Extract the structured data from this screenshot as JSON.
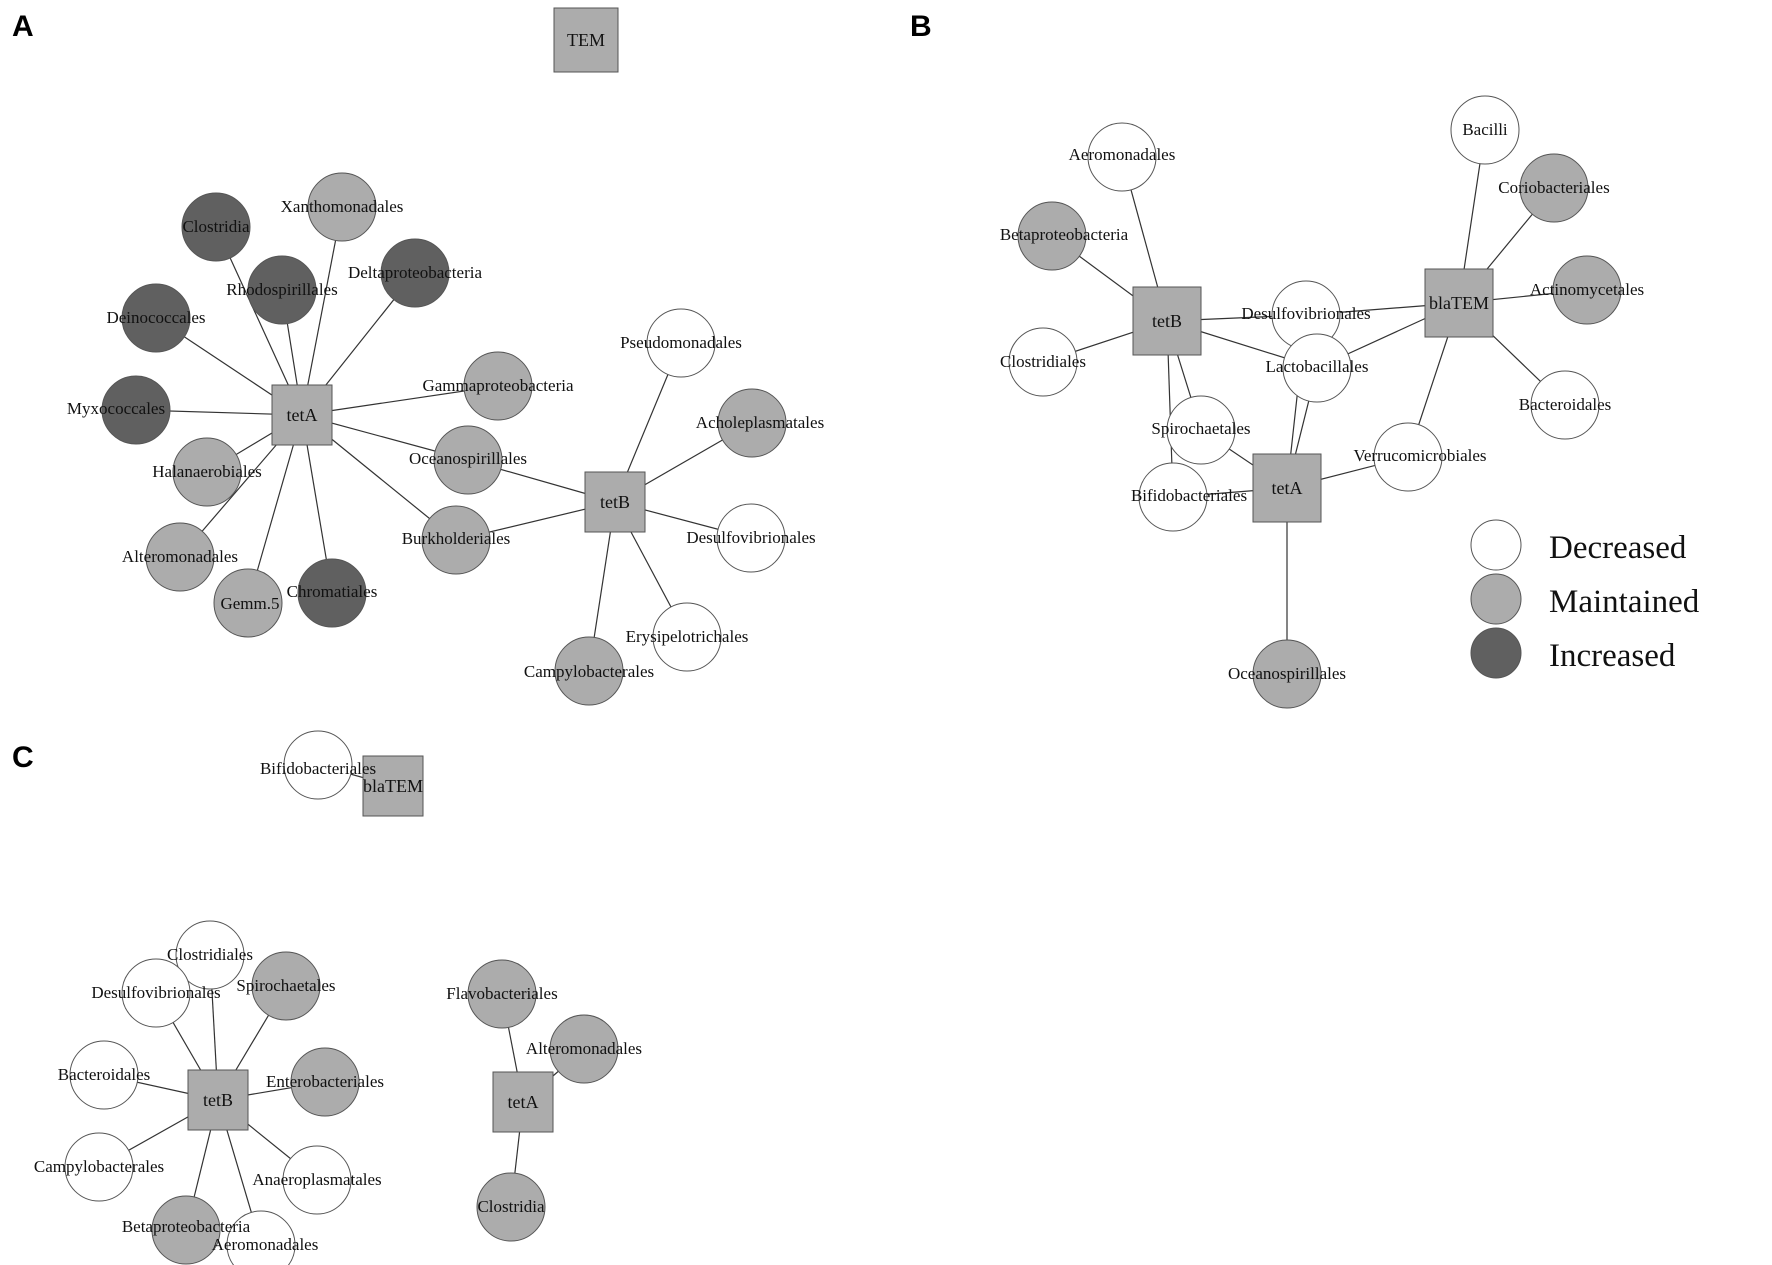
{
  "colors": {
    "decreased": "#ffffff",
    "maintained": "#acacac",
    "increased": "#606060",
    "hub": "#acacac",
    "stroke": "#555555"
  },
  "panels": {
    "A": {
      "letter": "A",
      "hubs": {
        "TEM": "TEM",
        "tetA": "tetA",
        "tetB": "tetB"
      },
      "nodes": [
        {
          "id": "Xanthomonadales",
          "label": "Xanthomonadales",
          "status": "maintained"
        },
        {
          "id": "Clostridia",
          "label": "Clostridia",
          "status": "increased"
        },
        {
          "id": "Deltaproteobacteria",
          "label": "Deltaproteobacteria",
          "status": "increased"
        },
        {
          "id": "Rhodospirillales",
          "label": "Rhodospirillales",
          "status": "increased"
        },
        {
          "id": "Deinococcales",
          "label": "Deinococcales",
          "status": "increased"
        },
        {
          "id": "Myxococcales",
          "label": "Myxococcales",
          "status": "increased"
        },
        {
          "id": "Halanaerobiales",
          "label": "Halanaerobiales",
          "status": "maintained"
        },
        {
          "id": "Alteromonadales",
          "label": "Alteromonadales",
          "status": "maintained"
        },
        {
          "id": "Gemm5",
          "label": "Gemm.5",
          "status": "maintained"
        },
        {
          "id": "Chromatiales",
          "label": "Chromatiales",
          "status": "increased"
        },
        {
          "id": "Burkholderiales",
          "label": "Burkholderiales",
          "status": "maintained"
        },
        {
          "id": "Oceanospirillales",
          "label": "Oceanospirillales",
          "status": "maintained"
        },
        {
          "id": "Gammaproteobacteria",
          "label": "Gammaproteobacteria",
          "status": "maintained"
        },
        {
          "id": "Pseudomonadales",
          "label": "Pseudomonadales",
          "status": "decreased"
        },
        {
          "id": "Acholeplasmatales",
          "label": "Acholeplasmatales",
          "status": "maintained"
        },
        {
          "id": "Desulfovibrionales",
          "label": "Desulfovibrionales",
          "status": "decreased"
        },
        {
          "id": "Erysipelotrichales",
          "label": "Erysipelotrichales",
          "status": "decreased"
        },
        {
          "id": "Campylobacterales",
          "label": "Campylobacterales",
          "status": "maintained"
        }
      ],
      "edges": [
        [
          "tetA",
          "Xanthomonadales"
        ],
        [
          "tetA",
          "Clostridia"
        ],
        [
          "tetA",
          "Deltaproteobacteria"
        ],
        [
          "tetA",
          "Rhodospirillales"
        ],
        [
          "tetA",
          "Deinococcales"
        ],
        [
          "tetA",
          "Myxococcales"
        ],
        [
          "tetA",
          "Halanaerobiales"
        ],
        [
          "tetA",
          "Alteromonadales"
        ],
        [
          "tetA",
          "Gemm5"
        ],
        [
          "tetA",
          "Chromatiales"
        ],
        [
          "tetA",
          "Burkholderiales"
        ],
        [
          "tetA",
          "Oceanospirillales"
        ],
        [
          "tetA",
          "Gammaproteobacteria"
        ],
        [
          "tetB",
          "Burkholderiales"
        ],
        [
          "tetB",
          "Oceanospirillales"
        ],
        [
          "tetB",
          "Pseudomonadales"
        ],
        [
          "tetB",
          "Acholeplasmatales"
        ],
        [
          "tetB",
          "Desulfovibrionales"
        ],
        [
          "tetB",
          "Erysipelotrichales"
        ],
        [
          "tetB",
          "Campylobacterales"
        ]
      ]
    },
    "B": {
      "letter": "B",
      "hubs": {
        "tetB": "tetB",
        "blaTEM": "blaTEM",
        "tetA": "tetA"
      },
      "nodes": [
        {
          "id": "Aeromonadales",
          "label": "Aeromonadales",
          "status": "decreased"
        },
        {
          "id": "Betaproteobacteria",
          "label": "Betaproteobacteria",
          "status": "maintained"
        },
        {
          "id": "Clostridiales",
          "label": "Clostridiales",
          "status": "decreased"
        },
        {
          "id": "Desulfovibrionales",
          "label": "Desulfovibrionales",
          "status": "decreased"
        },
        {
          "id": "Lactobacillales",
          "label": "Lactobacillales",
          "status": "decreased"
        },
        {
          "id": "Spirochaetales",
          "label": "Spirochaetales",
          "status": "decreased"
        },
        {
          "id": "Bifidobacteriales",
          "label": "Bifidobacteriales",
          "status": "decreased"
        },
        {
          "id": "Verrucomicrobiales",
          "label": "Verrucomicrobiales",
          "status": "decreased"
        },
        {
          "id": "Bacilli",
          "label": "Bacilli",
          "status": "decreased"
        },
        {
          "id": "Coriobacteriales",
          "label": "Coriobacteriales",
          "status": "maintained"
        },
        {
          "id": "Actinomycetales",
          "label": "Actinomycetales",
          "status": "maintained"
        },
        {
          "id": "Bacteroidales",
          "label": "Bacteroidales",
          "status": "decreased"
        },
        {
          "id": "Oceanospirillales",
          "label": "Oceanospirillales",
          "status": "maintained"
        }
      ],
      "edges": [
        [
          "tetB",
          "Aeromonadales"
        ],
        [
          "tetB",
          "Betaproteobacteria"
        ],
        [
          "tetB",
          "Clostridiales"
        ],
        [
          "tetB",
          "Desulfovibrionales"
        ],
        [
          "tetB",
          "Lactobacillales"
        ],
        [
          "tetB",
          "Spirochaetales"
        ],
        [
          "tetB",
          "Bifidobacteriales"
        ],
        [
          "blaTEM",
          "Desulfovibrionales"
        ],
        [
          "blaTEM",
          "Lactobacillales"
        ],
        [
          "blaTEM",
          "Bacilli"
        ],
        [
          "blaTEM",
          "Coriobacteriales"
        ],
        [
          "blaTEM",
          "Actinomycetales"
        ],
        [
          "blaTEM",
          "Bacteroidales"
        ],
        [
          "blaTEM",
          "Verrucomicrobiales"
        ],
        [
          "tetA",
          "Desulfovibrionales"
        ],
        [
          "tetA",
          "Lactobacillales"
        ],
        [
          "tetA",
          "Spirochaetales"
        ],
        [
          "tetA",
          "Bifidobacteriales"
        ],
        [
          "tetA",
          "Verrucomicrobiales"
        ],
        [
          "tetA",
          "Oceanospirillales"
        ]
      ]
    },
    "C": {
      "letter": "C",
      "hubs": {
        "blaTEM": "blaTEM",
        "tetB": "tetB",
        "tetA": "tetA"
      },
      "nodes": [
        {
          "id": "Bifidobacteriales",
          "label": "Bifidobacteriales",
          "status": "decreased"
        },
        {
          "id": "Clostridiales",
          "label": "Clostridiales",
          "status": "decreased"
        },
        {
          "id": "Desulfovibrionales",
          "label": "Desulfovibrionales",
          "status": "decreased"
        },
        {
          "id": "Spirochaetales",
          "label": "Spirochaetales",
          "status": "maintained"
        },
        {
          "id": "Bacteroidales",
          "label": "Bacteroidales",
          "status": "decreased"
        },
        {
          "id": "Enterobacteriales",
          "label": "Enterobacteriales",
          "status": "maintained"
        },
        {
          "id": "Campylobacterales",
          "label": "Campylobacterales",
          "status": "decreased"
        },
        {
          "id": "Anaeroplasmatales",
          "label": "Anaeroplasmatales",
          "status": "decreased"
        },
        {
          "id": "Betaproteobacteria",
          "label": "Betaproteobacteria",
          "status": "maintained"
        },
        {
          "id": "Aeromonadales",
          "label": "Aeromonadales",
          "status": "decreased"
        },
        {
          "id": "Flavobacteriales",
          "label": "Flavobacteriales",
          "status": "maintained"
        },
        {
          "id": "Alteromonadales",
          "label": "Alteromonadales",
          "status": "maintained"
        },
        {
          "id": "Clostridia",
          "label": "Clostridia",
          "status": "maintained"
        }
      ],
      "edges": [
        [
          "blaTEM",
          "Bifidobacteriales"
        ],
        [
          "tetB",
          "Clostridiales"
        ],
        [
          "tetB",
          "Desulfovibrionales"
        ],
        [
          "tetB",
          "Spirochaetales"
        ],
        [
          "tetB",
          "Bacteroidales"
        ],
        [
          "tetB",
          "Enterobacteriales"
        ],
        [
          "tetB",
          "Campylobacterales"
        ],
        [
          "tetB",
          "Anaeroplasmatales"
        ],
        [
          "tetB",
          "Betaproteobacteria"
        ],
        [
          "tetB",
          "Aeromonadales"
        ],
        [
          "tetA",
          "Flavobacteriales"
        ],
        [
          "tetA",
          "Alteromonadales"
        ],
        [
          "tetA",
          "Clostridia"
        ]
      ]
    }
  },
  "legend": [
    {
      "label": "Decreased",
      "status": "decreased"
    },
    {
      "label": "Maintained",
      "status": "maintained"
    },
    {
      "label": "Increased",
      "status": "increased"
    }
  ]
}
